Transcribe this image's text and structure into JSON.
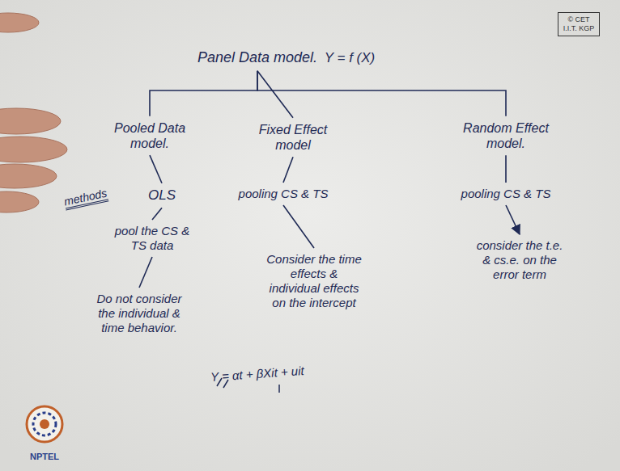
{
  "diagram": {
    "nodes": [
      {
        "text": [
          "Panel Data model."
        ]
      },
      {
        "text": [
          "Pooled Data model."
        ]
      },
      {
        "text": [
          "Fixed Effect model"
        ]
      },
      {
        "text": [
          "Random Effect model."
        ]
      },
      {
        "text": [
          "OLS"
        ]
      },
      {
        "text": [
          "pool the CS & TS data"
        ]
      },
      {
        "text": [
          "Do not consider the individual & time behavior."
        ]
      },
      {
        "text": [
          "pooling CS & TS"
        ]
      },
      {
        "text": [
          "Consider the time effects & individual effects on the intercept"
        ]
      },
      {
        "text": [
          "pooling CS & TS"
        ]
      },
      {
        "text": [
          "consider the t.e. & cs.e. on the error term"
        ]
      },
      {
        "text": [
          "© CET",
          "I.I.T. KGP"
        ]
      }
    ],
    "edges": [
      {
        "from": 0,
        "to": 1,
        "arrow": "none"
      },
      {
        "from": 0,
        "to": 2,
        "arrow": "none"
      },
      {
        "from": 0,
        "to": 3,
        "arrow": "none"
      },
      {
        "from": 1,
        "to": 4,
        "arrow": "none"
      },
      {
        "from": 4,
        "to": 5,
        "arrow": "none"
      },
      {
        "from": 5,
        "to": 6,
        "arrow": "none"
      },
      {
        "from": 2,
        "to": 7,
        "arrow": "none"
      },
      {
        "from": 7,
        "to": 8,
        "arrow": "none"
      },
      {
        "from": 3,
        "to": 9,
        "arrow": "none"
      },
      {
        "from": 9,
        "to": 10,
        "arrow": "to"
      }
    ],
    "labels": [
      "Y = f (X)",
      "methods",
      "Y = αt + βXit + uit",
      "NPTEL"
    ]
  }
}
